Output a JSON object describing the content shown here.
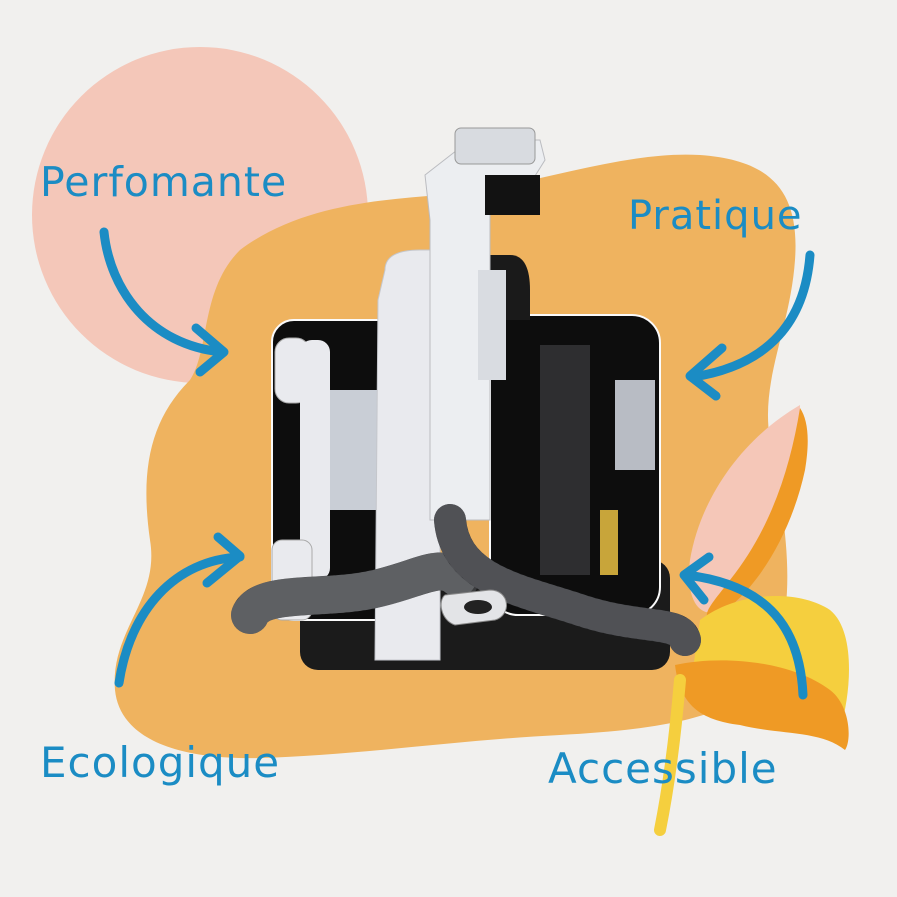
{
  "labels": {
    "top_left": "Perfomante",
    "top_right": "Pratique",
    "bottom_left": "Ecologique",
    "bottom_right": "Accessible"
  },
  "icons": {
    "arrows": [
      "curved-arrow-down-right",
      "curved-arrow-down-left",
      "curved-arrow-up-right",
      "curved-arrow-up-left"
    ],
    "product": "carpet-spot-cleaner-machine"
  },
  "colors": {
    "background": "#f1f0ee",
    "label_blue": "#1b8cc4",
    "pink_blob": "#f4c7b9",
    "orange_blob": "#efb35f",
    "leaf_orange": "#ef9a25",
    "leaf_yellow": "#f5cf3e",
    "leaf_pink": "#f5c7b8",
    "machine_black": "#111111",
    "machine_white": "#e9eaee"
  }
}
